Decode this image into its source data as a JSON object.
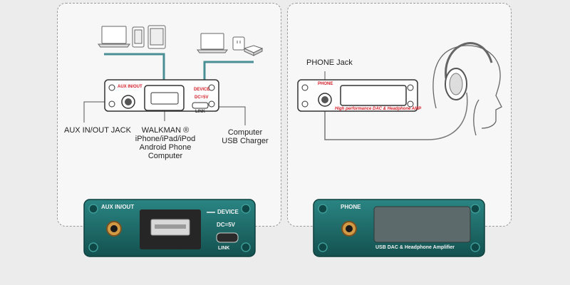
{
  "left_panel": {
    "device_labels": {
      "aux": "AUX IN/OUT",
      "device": "DEVICE",
      "dc": "DC=5V",
      "link": "LINK"
    },
    "callouts": {
      "aux_jack": "AUX IN/OUT JACK",
      "walkman_line1": "WALKMAN",
      "walkman_mark": "®",
      "walkman_line2": "iPhone/iPad/iPod",
      "walkman_line3": "Android Phone",
      "walkman_line4": "Computer",
      "computer_line1": "Computer",
      "computer_line2": "USB Charger"
    }
  },
  "right_panel": {
    "device_labels": {
      "phone": "PHONE",
      "caption": "High performance DAC & Headphone AMP"
    },
    "callouts": {
      "phone_jack": "PHONE Jack"
    }
  },
  "bottom_left": {
    "aux": "AUX IN/OUT",
    "device": "DEVICE",
    "dc": "DC=5V",
    "link": "LINK"
  },
  "bottom_right": {
    "phone": "PHONE",
    "caption": "USB DAC & Headphone Amplifier"
  },
  "colors": {
    "panel_teal": "#1c6f6d",
    "line_teal": "#4a8f96",
    "accent_red": "#d6202a"
  }
}
